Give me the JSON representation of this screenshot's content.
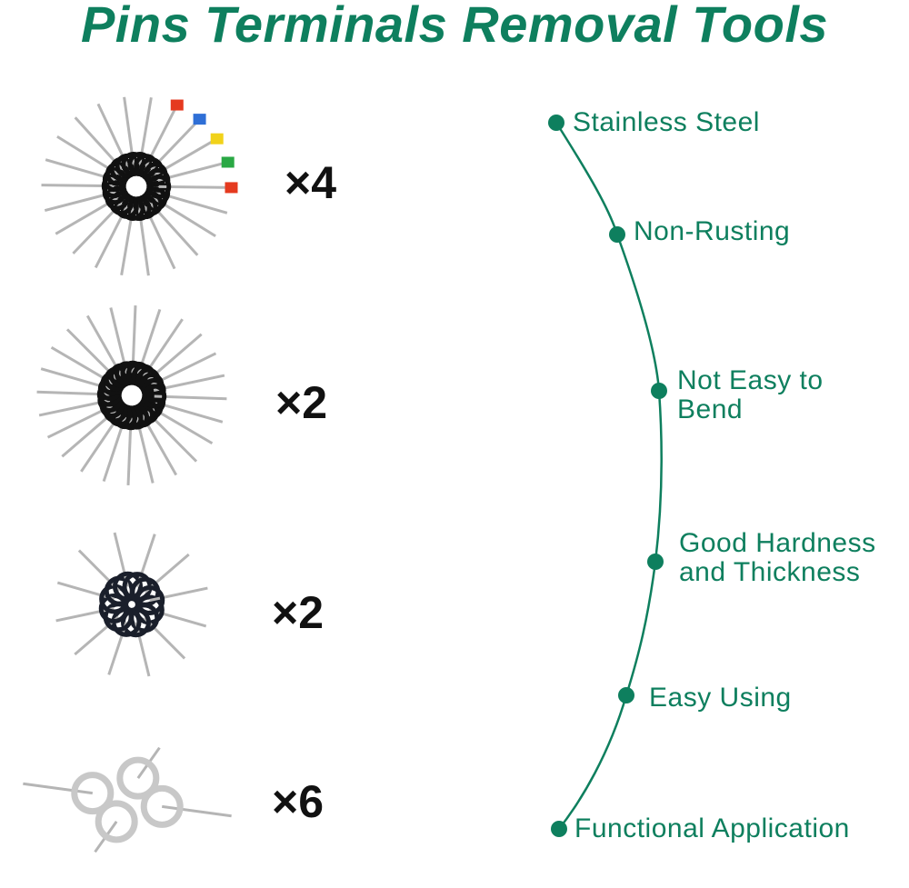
{
  "title": "Pins Terminals Removal Tools",
  "accent_color": "#0e7f5e",
  "kits": [
    {
      "quantity": "×4",
      "ring_color": "#111111",
      "colored_tips": true
    },
    {
      "quantity": "×2",
      "ring_color": "#111111",
      "colored_tips": false
    },
    {
      "quantity": "×2",
      "ring_color": "#1a1f2b",
      "colored_tips": false
    },
    {
      "quantity": "×6",
      "ring_color": "#c8c8c8",
      "colored_tips": false
    }
  ],
  "features": [
    {
      "line1": "Stainless Steel",
      "line2": ""
    },
    {
      "line1": "Non-Rusting",
      "line2": ""
    },
    {
      "line1": "Not Easy to",
      "line2": "Bend"
    },
    {
      "line1": "Good Hardness",
      "line2": "and Thickness"
    },
    {
      "line1": "Easy Using",
      "line2": ""
    },
    {
      "line1": "Functional Application",
      "line2": ""
    }
  ]
}
